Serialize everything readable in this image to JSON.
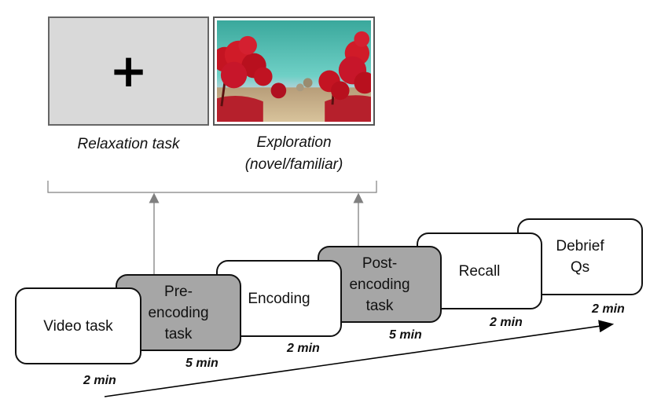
{
  "images": {
    "relaxation": {
      "symbol": "+",
      "caption": "Relaxation task"
    },
    "exploration": {
      "caption_line1": "Exploration",
      "caption_line2": "(novel/familiar)"
    }
  },
  "steps": [
    {
      "id": "video-task",
      "label": "Video task",
      "duration": "2 min",
      "fill": "white"
    },
    {
      "id": "pre-encoding",
      "label": "Pre-\nencoding\ntask",
      "duration": "5 min",
      "fill": "gray"
    },
    {
      "id": "encoding",
      "label": "Encoding",
      "duration": "2 min",
      "fill": "white"
    },
    {
      "id": "post-encoding",
      "label": "Post-\nencoding\ntask",
      "duration": "5 min",
      "fill": "gray"
    },
    {
      "id": "recall",
      "label": "Recall",
      "duration": "2 min",
      "fill": "white"
    },
    {
      "id": "debrief",
      "label": "Debrief\nQs",
      "duration": "2 min",
      "fill": "white"
    }
  ],
  "colors": {
    "gray_step": "#a6a6a6",
    "white_step": "#ffffff",
    "relax_panel": "#d9d9d9",
    "connector": "#808080",
    "sky": "#44b9ad",
    "foliage": "#c41422",
    "ground": "#c9b48c"
  }
}
